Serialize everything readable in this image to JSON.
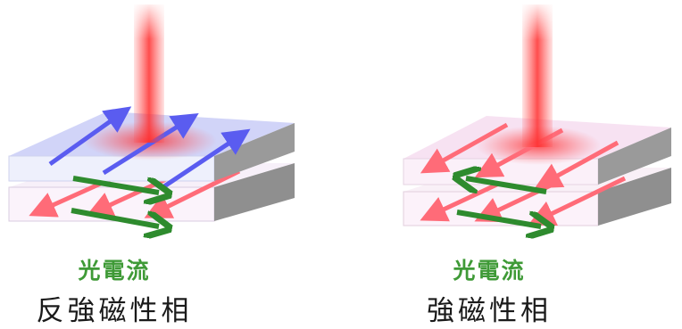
{
  "colors": {
    "laser": "#ff3b3b",
    "upper_spin_af": "#5a5cf0",
    "lower_spin": "#ff6b78",
    "photocurrent": "#2e8b2e",
    "label_green": "#3f9a37",
    "label_black": "#1a1a1a"
  },
  "panels": [
    {
      "current_label": "光電流",
      "phase_label": "反強磁性相"
    },
    {
      "current_label": "光電流",
      "phase_label": "強磁性相"
    }
  ],
  "icons": [
    "laser-beam",
    "spin-arrow",
    "photocurrent-arrow",
    "layer-slab"
  ]
}
